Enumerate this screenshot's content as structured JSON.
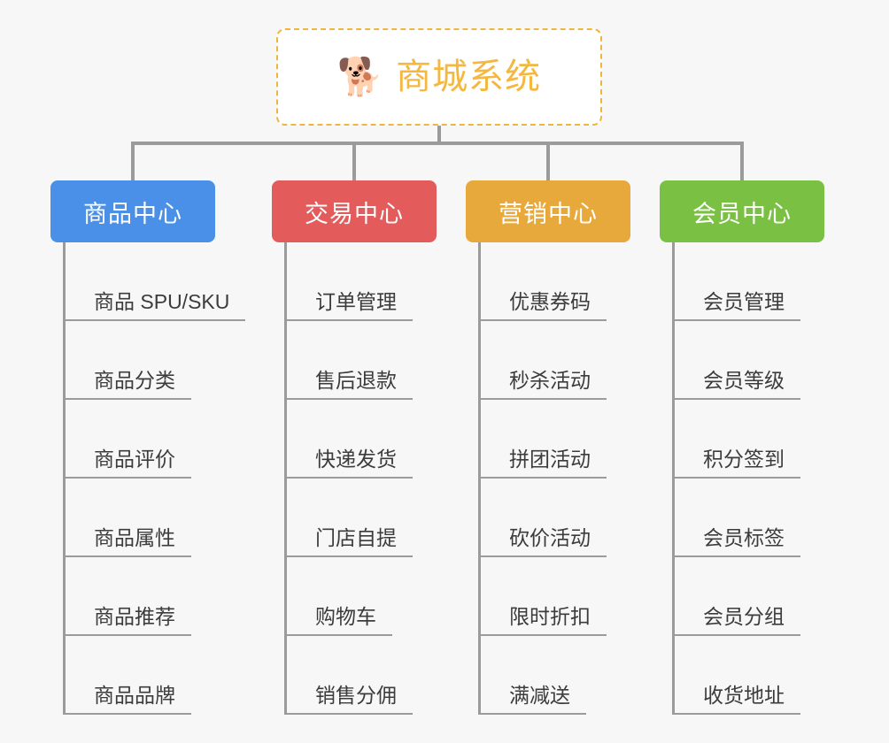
{
  "canvas": {
    "background": "#f7f7f7",
    "connector_color": "#9b9b9b"
  },
  "root": {
    "icon": "shiba-dog-face-emoji",
    "emoji": "🐕",
    "title": "商城系统",
    "title_color": "#f4b740",
    "border_color": "#f0b63c",
    "border_style": "dashed",
    "background": "#ffffff"
  },
  "categories": [
    {
      "label": "商品中心",
      "color": "#4a90e8",
      "key": "product-center",
      "items": [
        "商品 SPU/SKU",
        "商品分类",
        "商品评价",
        "商品属性",
        "商品推荐",
        "商品品牌"
      ]
    },
    {
      "label": "交易中心",
      "color": "#e35b5b",
      "key": "trade-center",
      "items": [
        "订单管理",
        "售后退款",
        "快递发货",
        "门店自提",
        "购物车",
        "销售分佣"
      ]
    },
    {
      "label": "营销中心",
      "color": "#e8a93c",
      "key": "marketing-center",
      "items": [
        "优惠券码",
        "秒杀活动",
        "拼团活动",
        "砍价活动",
        "限时折扣",
        "满减送"
      ]
    },
    {
      "label": "会员中心",
      "color": "#7ac143",
      "key": "member-center",
      "items": [
        "会员管理",
        "会员等级",
        "积分签到",
        "会员标签",
        "会员分组",
        "收货地址"
      ]
    }
  ]
}
